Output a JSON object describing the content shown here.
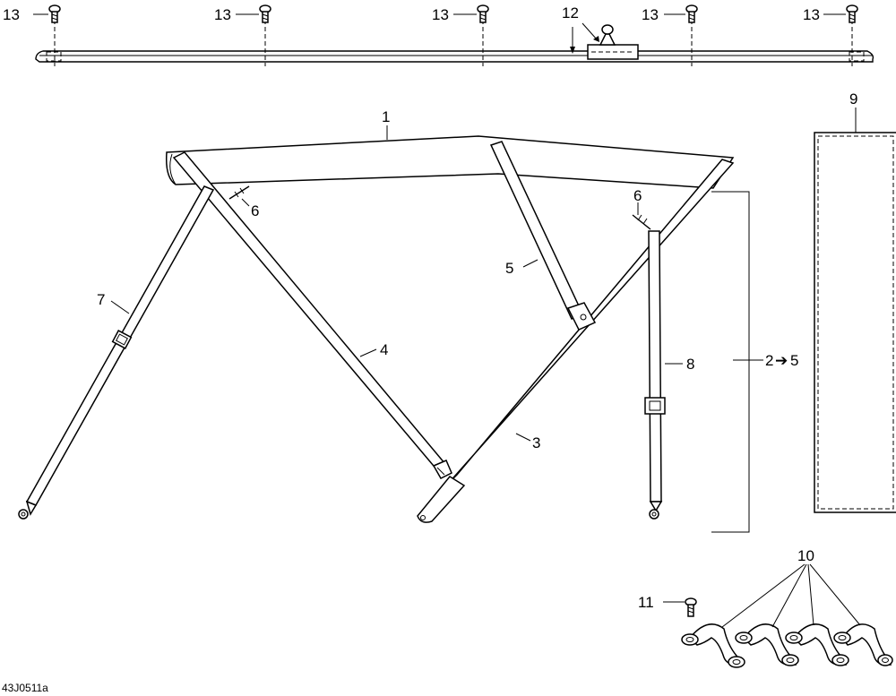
{
  "drawing_code": "43J0511a",
  "callouts": {
    "c1": "1",
    "c2to5": "2",
    "c2to5_arrow": "➔",
    "c2to5_target": "5",
    "c3": "3",
    "c4": "4",
    "c5": "5",
    "c6a": "6",
    "c6b": "6",
    "c7": "7",
    "c8": "8",
    "c9": "9",
    "c10": "10",
    "c11": "11",
    "c12": "12",
    "c13a": "13",
    "c13b": "13",
    "c13c": "13",
    "c13d": "13",
    "c13e": "13"
  }
}
